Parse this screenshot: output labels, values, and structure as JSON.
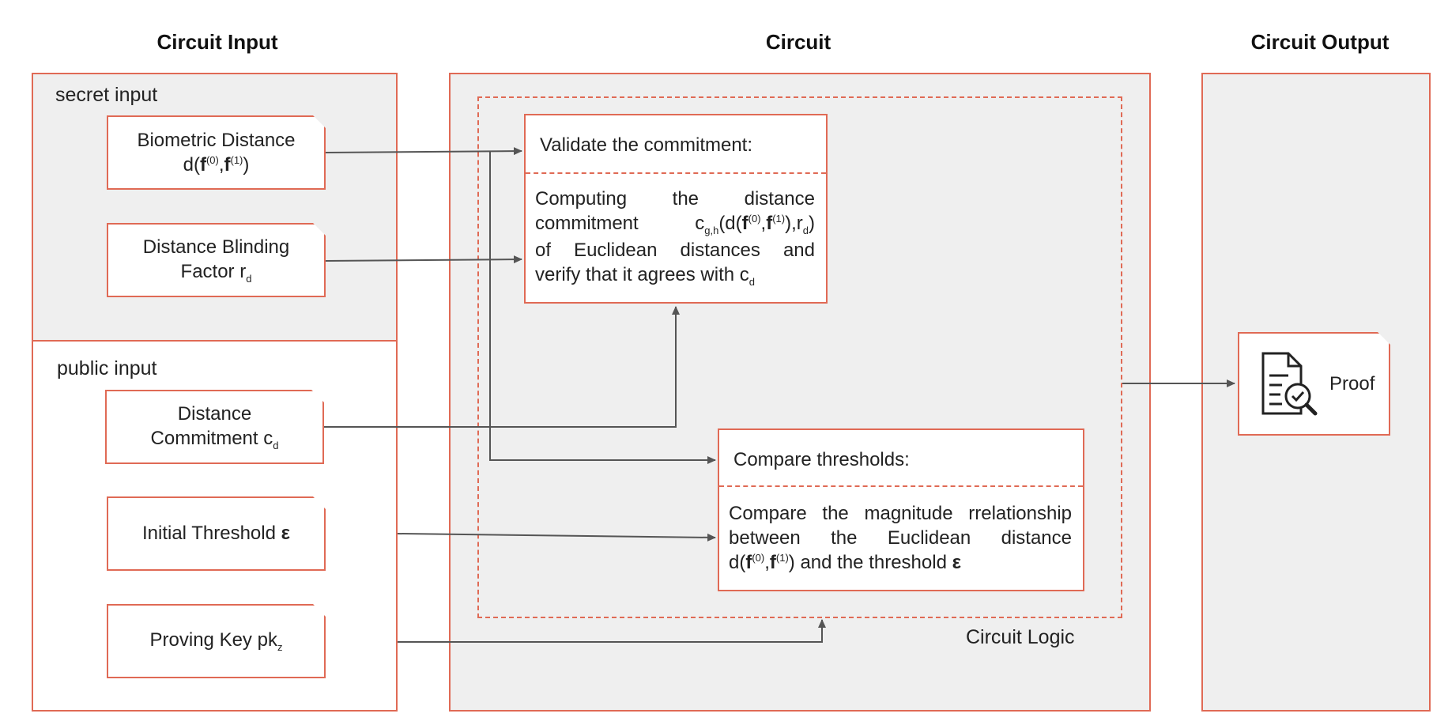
{
  "headings": {
    "input": "Circuit Input",
    "circuit": "Circuit",
    "output": "Circuit Output"
  },
  "secret_panel": {
    "label": "secret input",
    "biometric": {
      "line1": "Biometric Distance",
      "fn": "d(",
      "f": "f",
      "sup0": "(0)",
      "comma": ",",
      "sup1": "(1)",
      "close": ")"
    },
    "blinding": {
      "line1": "Distance Blinding",
      "line2": "Factor r",
      "sub": "d"
    }
  },
  "public_panel": {
    "label": "public input",
    "commitment": {
      "line1": "Distance",
      "line2": "Commitment c",
      "sub": "d"
    },
    "threshold": {
      "text": "Initial Threshold ",
      "symbol": "ε"
    },
    "proving_key": {
      "text": "Proving Key pk",
      "sub": "z"
    }
  },
  "validate_step": {
    "title": "Validate the commitment:",
    "body_line1": "Computing the distance",
    "body_line2_a": "commitment c",
    "body_line2_sub": "g,h",
    "body_line2_b": "(d(",
    "body_line2_c": "),r",
    "body_line2_sub2": "d",
    "body_line2_d": ")",
    "body_line3": "of Euclidean distances and",
    "body_line4": "verify that it agrees with c",
    "body_line4_sub": "d"
  },
  "compare_step": {
    "title": "Compare thresholds:",
    "body_line1": "Compare the magnitude rrelationship",
    "body_line2": "between the Euclidean distance",
    "body_line3_a": "d(",
    "body_line3_b": ") and the threshold ",
    "body_line3_eps": "ε"
  },
  "logic_label": "Circuit Logic",
  "proof_label": "Proof",
  "colors": {
    "accent": "#e06a55",
    "panel_gray": "#efefef",
    "arrow": "#555555"
  }
}
